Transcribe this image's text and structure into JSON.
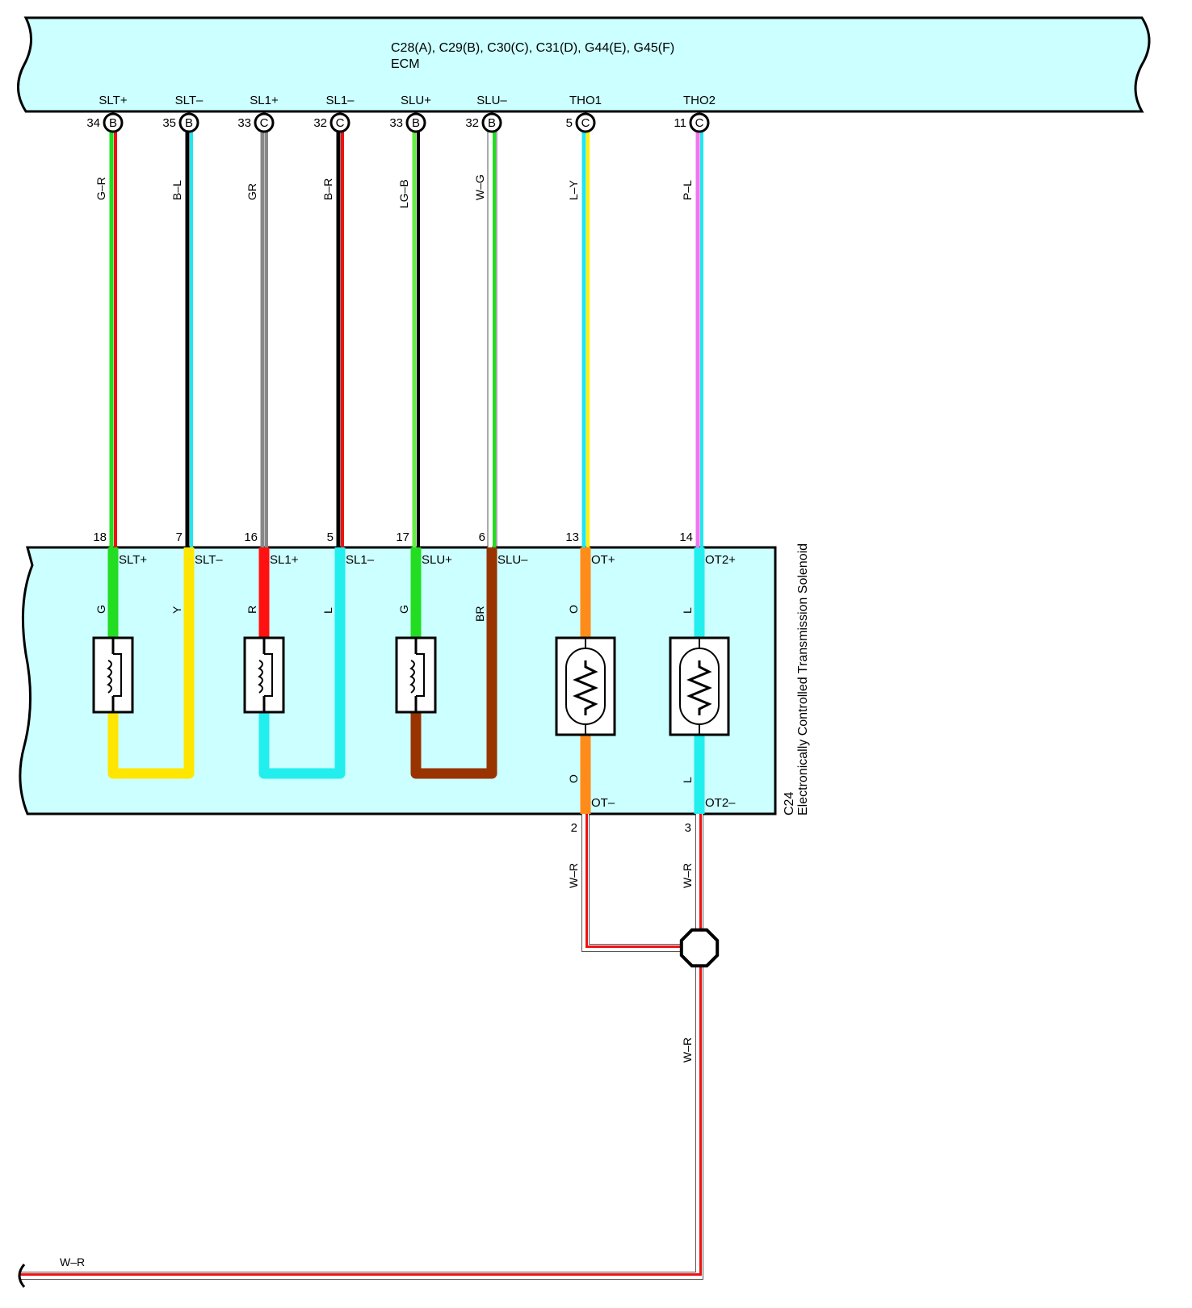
{
  "ecm": {
    "connectors": "C28(A), C29(B), C30(C), C31(D), G44(E), G45(F)",
    "name": "ECM",
    "fill": "#ccffff",
    "terminals": [
      {
        "label": "SLT+",
        "pin": "34",
        "connector": "B"
      },
      {
        "label": "SLT–",
        "pin": "35",
        "connector": "B"
      },
      {
        "label": "SL1+",
        "pin": "33",
        "connector": "C"
      },
      {
        "label": "SL1–",
        "pin": "32",
        "connector": "C"
      },
      {
        "label": "SLU+",
        "pin": "33",
        "connector": "B"
      },
      {
        "label": "SLU–",
        "pin": "32",
        "connector": "B"
      },
      {
        "label": "THO1",
        "pin": "5",
        "connector": "C"
      },
      {
        "label": "THO2",
        "pin": "11",
        "connector": "C"
      }
    ]
  },
  "harness_wires": [
    {
      "code": "G–R",
      "base": "#22dd22",
      "stripe": "#ee1111"
    },
    {
      "code": "B–L",
      "base": "#000000",
      "stripe": "#22e6ee"
    },
    {
      "code": "GR",
      "base": "#888888",
      "stripe": "#888888"
    },
    {
      "code": "B–R",
      "base": "#000000",
      "stripe": "#ee1111"
    },
    {
      "code": "LG–B",
      "base": "#66ee44",
      "stripe": "#000000"
    },
    {
      "code": "W–G",
      "base": "#ffffff",
      "stripe": "#22dd22"
    },
    {
      "code": "L–Y",
      "base": "#22e6ee",
      "stripe": "#ffee00"
    },
    {
      "code": "P–L",
      "base": "#ee77ee",
      "stripe": "#22e6ee"
    }
  ],
  "solenoid": {
    "name": "Electronically Controlled Transmission Solenoid",
    "code": "C24",
    "fill": "#ccffff",
    "terminals": [
      {
        "pin": "18",
        "label": "SLT+",
        "color_code": "G"
      },
      {
        "pin": "7",
        "label": "SLT–",
        "color_code": "Y"
      },
      {
        "pin": "16",
        "label": "SL1+",
        "color_code": "R"
      },
      {
        "pin": "5",
        "label": "SL1–",
        "color_code": "L"
      },
      {
        "pin": "17",
        "label": "SLU+",
        "color_code": "G"
      },
      {
        "pin": "6",
        "label": "SLU–",
        "color_code": "BR"
      },
      {
        "pin": "13",
        "label": "OT+",
        "color_code": "O"
      },
      {
        "pin": "14",
        "label": "OT2+",
        "color_code": "L"
      }
    ],
    "bottom_terminals": [
      {
        "pin": "2",
        "label": "OT–",
        "color_code": "O"
      },
      {
        "pin": "3",
        "label": "OT2–",
        "color_code": "L"
      }
    ]
  },
  "internal_colors": {
    "G": "#22dd22",
    "Y": "#ffe600",
    "R": "#ff1111",
    "L": "#22eeee",
    "BR": "#993300",
    "O": "#ff8c1a"
  },
  "ground_wires": [
    {
      "code": "W–R"
    },
    {
      "code": "W–R"
    },
    {
      "code": "W–R"
    },
    {
      "code": "W–R"
    }
  ],
  "ground_wire_colors": {
    "base": "#ffffff",
    "stripe": "#ee1111"
  }
}
